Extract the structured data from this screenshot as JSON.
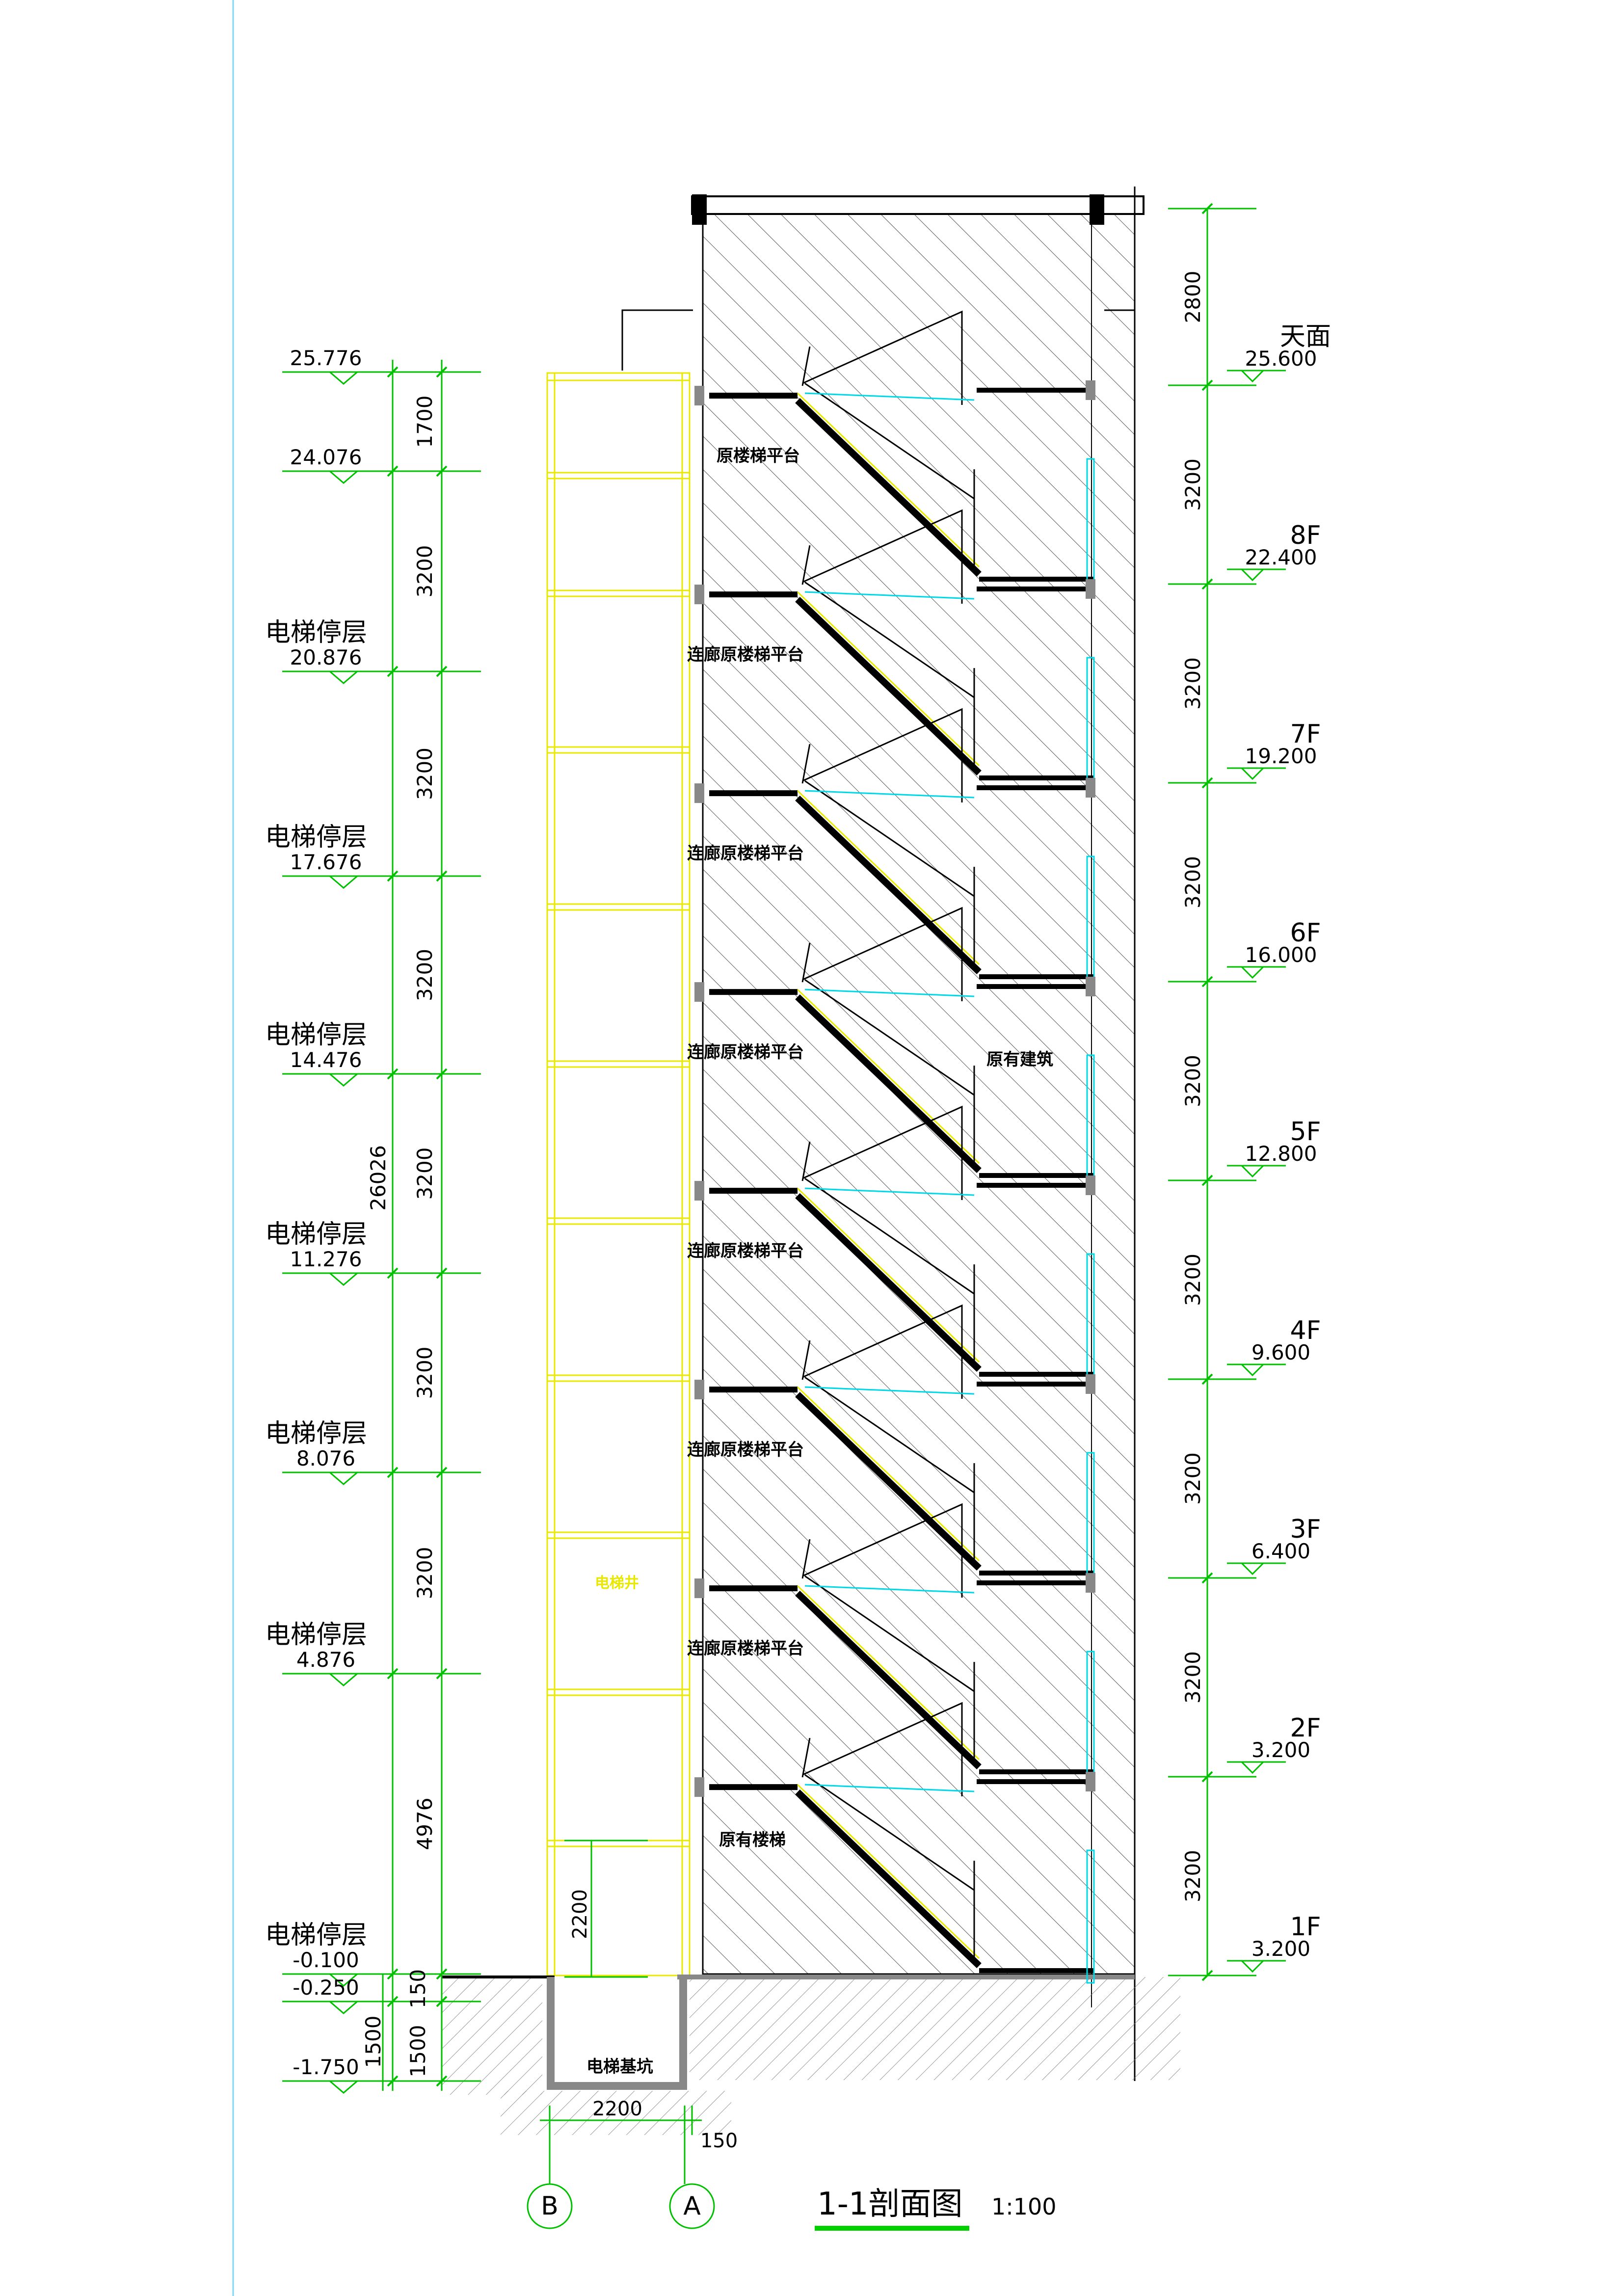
{
  "drawing": {
    "title": "1-1剖面图",
    "scale": "1:100",
    "colors": {
      "line": "#000000",
      "dim": "#00c000",
      "elevator": "#e8e800",
      "glass": "#00d8e8",
      "hatch": "#555555"
    }
  },
  "left_levels": [
    {
      "elev": "25.776",
      "label": ""
    },
    {
      "elev": "24.076",
      "label": ""
    },
    {
      "elev": "20.876",
      "label": "电梯停层"
    },
    {
      "elev": "17.676",
      "label": "电梯停层"
    },
    {
      "elev": "14.476",
      "label": "电梯停层"
    },
    {
      "elev": "11.276",
      "label": "电梯停层"
    },
    {
      "elev": "8.076",
      "label": "电梯停层"
    },
    {
      "elev": "4.876",
      "label": "电梯停层"
    },
    {
      "elev": "-0.100",
      "label": "电梯停层"
    },
    {
      "elev": "-0.250",
      "label": ""
    },
    {
      "elev": "-1.750",
      "label": ""
    }
  ],
  "left_dims": [
    "1700",
    "3200",
    "3200",
    "3200",
    "3200",
    "3200",
    "3200",
    "4976",
    "150",
    "1500"
  ],
  "left_total": "26026",
  "left_outer": "1500",
  "pit_depth": "2200",
  "right_levels": [
    {
      "floor": "天面",
      "elev": "25.600"
    },
    {
      "floor": "8F",
      "elev": "22.400"
    },
    {
      "floor": "7F",
      "elev": "19.200"
    },
    {
      "floor": "6F",
      "elev": "16.000"
    },
    {
      "floor": "5F",
      "elev": "12.800"
    },
    {
      "floor": "4F",
      "elev": "9.600"
    },
    {
      "floor": "3F",
      "elev": "6.400"
    },
    {
      "floor": "2F",
      "elev": "3.200"
    },
    {
      "floor": "1F",
      "elev": "3.200"
    }
  ],
  "right_dims": [
    "2800",
    "3200",
    "3200",
    "3200",
    "3200",
    "3200",
    "3200",
    "3200",
    "3200"
  ],
  "labels": {
    "top_platform": "原楼梯平台",
    "corridor_platform": "连廊原楼梯平台",
    "existing_stair": "原有楼梯",
    "existing_building": "原有建筑",
    "shaft": "电梯井",
    "pit": "电梯基坑"
  },
  "bottom_dims": {
    "width": "2200",
    "offset": "150"
  },
  "axes": [
    "B",
    "A"
  ]
}
